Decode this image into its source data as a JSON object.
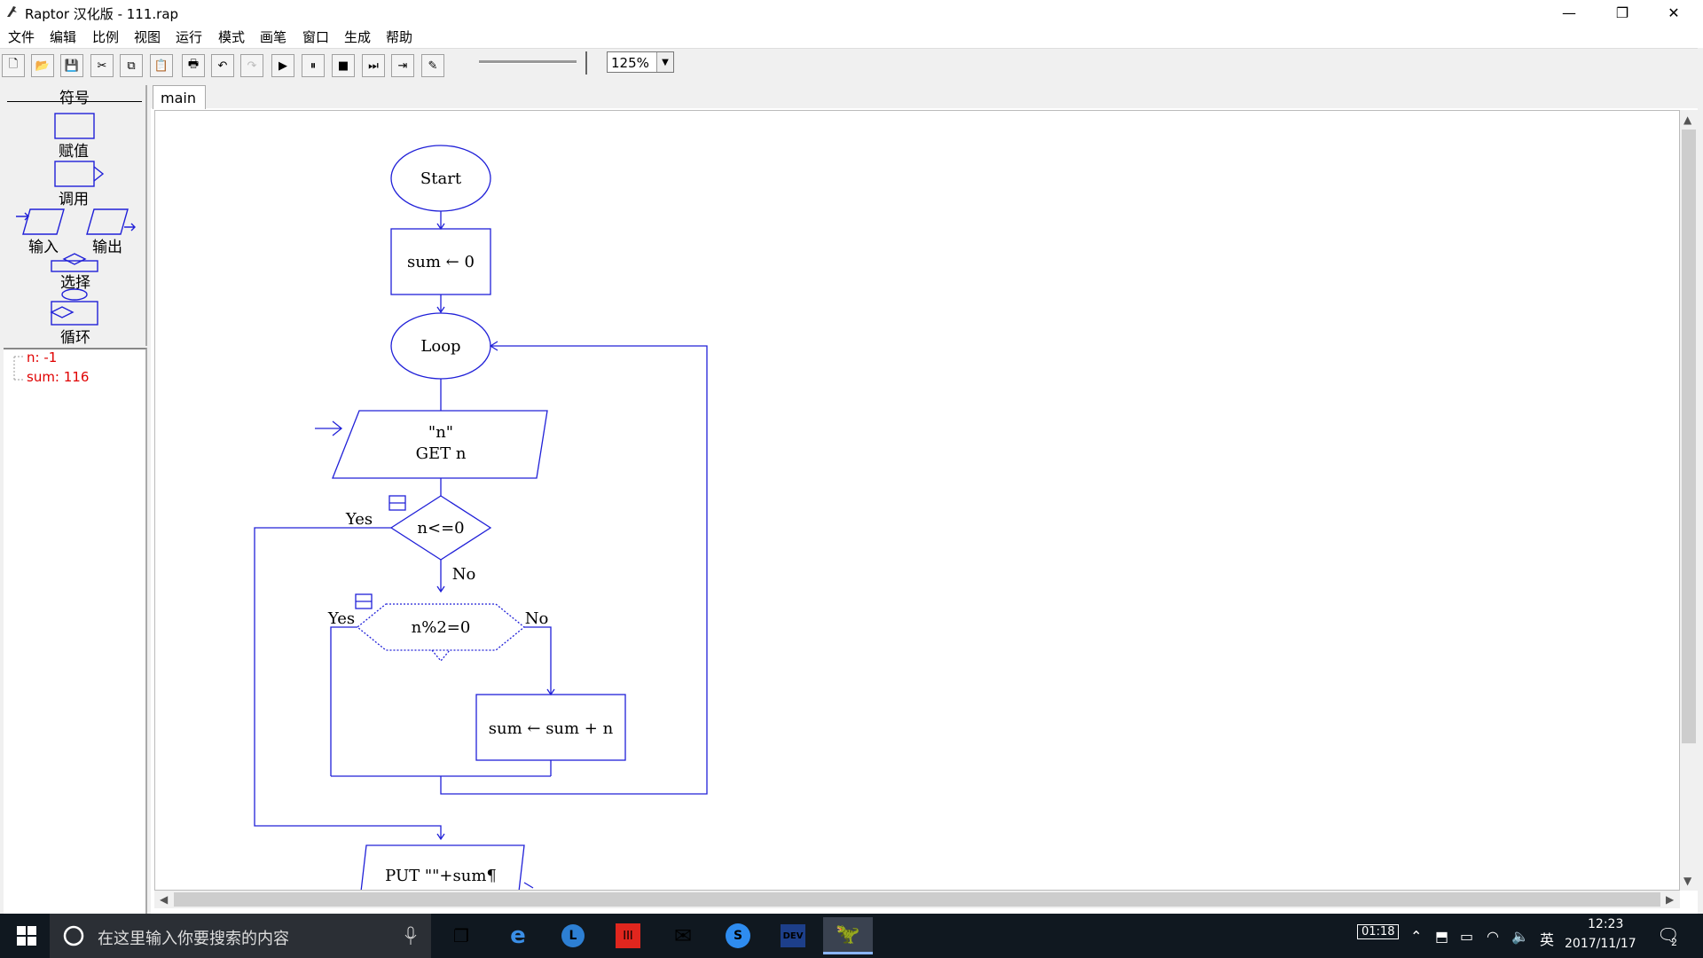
{
  "window": {
    "title": "Raptor 汉化版 - 111.rap"
  },
  "menu": [
    "文件",
    "编辑",
    "比例",
    "视图",
    "运行",
    "模式",
    "画笔",
    "窗口",
    "生成",
    "帮助"
  ],
  "toolbar": {
    "zoom": "125%"
  },
  "symbols": {
    "header": "符号",
    "assign": "赋值",
    "call": "调用",
    "input": "输入",
    "output": "输出",
    "selection": "选择",
    "loop": "循环"
  },
  "variables": [
    "n: -1",
    "sum: 116"
  ],
  "tabs": [
    "main"
  ],
  "flowchart": {
    "start": "Start",
    "init": "sum ← 0",
    "loop": "Loop",
    "input_prompt": "\"n\"",
    "input_get": "GET n",
    "cond1": "n<=0",
    "cond1_yes": "Yes",
    "cond1_no": "No",
    "cond2": "n%2=0",
    "cond2_yes": "Yes",
    "cond2_no": "No",
    "assign": "sum ← sum + n",
    "output": "PUT \"\"+sum¶"
  },
  "colors": {
    "flow": "#2020d8",
    "var_text": "#e00000",
    "taskbar": "#101820"
  },
  "taskbar": {
    "search_placeholder": "在这里输入你要搜索的内容",
    "battery_badge": "01:18",
    "ime": "英",
    "time": "12:23",
    "date": "2017/11/17",
    "notifications": "2"
  }
}
